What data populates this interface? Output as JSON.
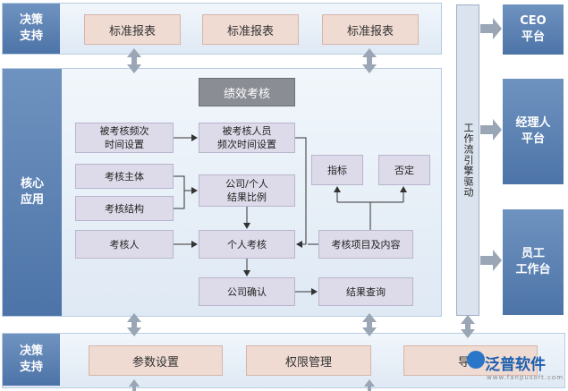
{
  "top_band": {
    "label": "决策\n支持",
    "reports": [
      "标准报表",
      "标准报表",
      "标准报表"
    ]
  },
  "core": {
    "label": "核心\n应用",
    "title": "绩效考核",
    "nodes": {
      "freq_setting": "被考核频次\n时间设置",
      "person_freq": "被考核人员\n频次时间设置",
      "subject": "考核主体",
      "structure": "考核结构",
      "ratio": "公司/个人\n结果比例",
      "assessor": "考核人",
      "personal": "个人考核",
      "indicator": "指标",
      "veto": "否定",
      "items": "考核项目及内容",
      "confirm": "公司确认",
      "query": "结果查询"
    }
  },
  "workflow": {
    "label": "工作流引擎驱动"
  },
  "platforms": [
    "CEO\n平台",
    "经理人\n平台",
    "员工\n工作台"
  ],
  "bottom_band": {
    "label": "决策\n支持",
    "items": [
      "参数设置",
      "权限管理",
      "导出"
    ]
  },
  "logo": {
    "name": "泛普软件",
    "url": "www.fanpusoft.com"
  },
  "colors": {
    "side": "#5b80b2",
    "peach": "#f0dbd3",
    "lavender": "#dddbe9",
    "dark": "#8a8d94"
  }
}
